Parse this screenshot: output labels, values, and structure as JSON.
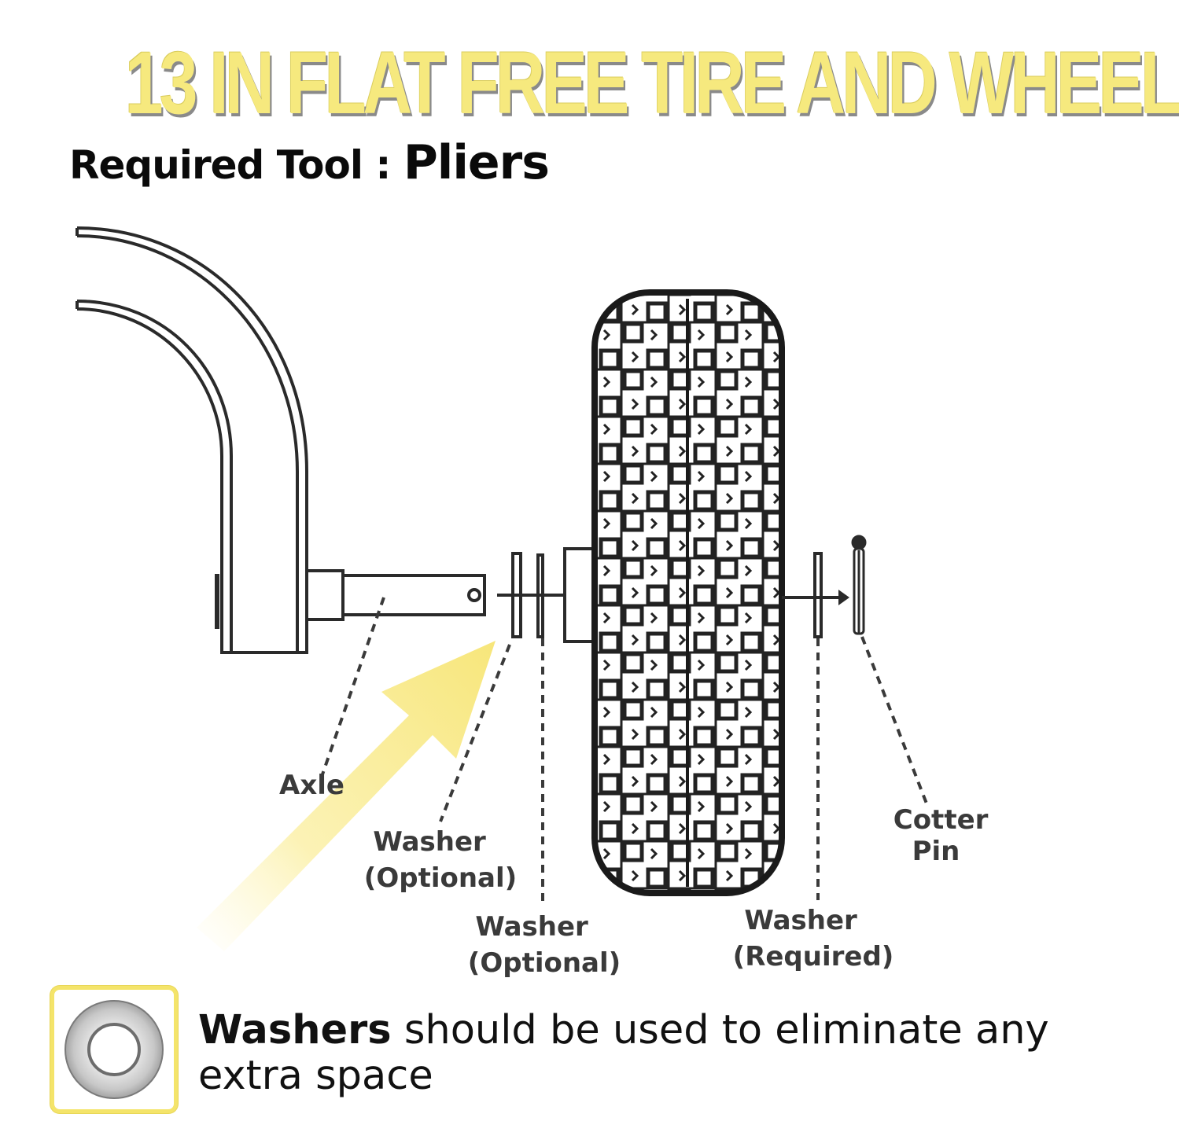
{
  "title": "13 IN FLAT FREE TIRE AND WHEEL",
  "required_tool": {
    "label": "Required Tool : ",
    "value": "Pliers"
  },
  "callouts": {
    "axle": "Axle",
    "washer_optional_1": {
      "line1": "Washer",
      "line2": "(Optional)"
    },
    "washer_optional_2": {
      "line1": "Washer",
      "line2": "(Optional)"
    },
    "washer_required": {
      "line1": "Washer",
      "line2": "(Required)"
    },
    "cotter_pin": {
      "line1": "Cotter",
      "line2": "Pin"
    }
  },
  "note": {
    "bold": "Washers",
    "rest": " should be used to eliminate any extra space"
  },
  "colors": {
    "accent_yellow": "#f6e97e",
    "box_border": "#f4e46a",
    "line": "#333333"
  },
  "icons": [
    "washer-icon",
    "highlight-arrow-icon"
  ]
}
